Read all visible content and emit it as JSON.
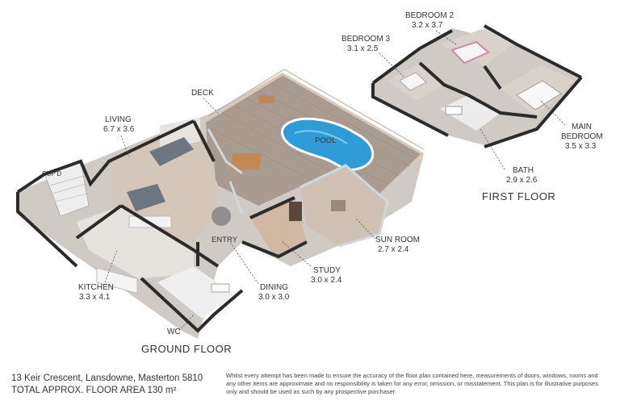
{
  "rooms": {
    "deck": {
      "name": "DECK",
      "dims": ""
    },
    "living": {
      "name": "LIVING",
      "dims": "6.7 x 3.6"
    },
    "cupd": {
      "name": "CUP'D",
      "dims": ""
    },
    "pool": {
      "name": "POOL",
      "dims": ""
    },
    "entry": {
      "name": "ENTRY",
      "dims": ""
    },
    "kitchen": {
      "name": "KITCHEN",
      "dims": "3.3 x 4.1"
    },
    "dining": {
      "name": "DINING",
      "dims": "3.0 x 3.0"
    },
    "study": {
      "name": "STUDY",
      "dims": "3.0 x 2.4"
    },
    "sunroom": {
      "name": "SUN ROOM",
      "dims": "2.7 x 2.4"
    },
    "wc": {
      "name": "WC",
      "dims": ""
    },
    "bedroom2": {
      "name": "BEDROOM 2",
      "dims": "3.2 x 3.7"
    },
    "bedroom3": {
      "name": "BEDROOM 3",
      "dims": "3.1 x 2.5"
    },
    "mainbed": {
      "name1": "MAIN",
      "name2": "BEDROOM",
      "dims": "3.5 x 3.3"
    },
    "bath": {
      "name": "BATH",
      "dims": "2.9 x 2.6"
    }
  },
  "floors": {
    "ground": "GROUND FLOOR",
    "first": "FIRST FLOOR"
  },
  "footer": {
    "address": "13 Keir Crescent, Lansdowne, Masterton 5810",
    "area": "TOTAL APPROX. FLOOR AREA 130 m²",
    "disclaimer": "Whilst every attempt has been made to ensure the accuracy of the floor plan contained here, measurements of doors, windows, rooms and any other items are approximate and no responsibility is taken for any error, omission, or misstatement. This plan is for illustrative purposes only and should be used as such by any prospective purchaser."
  },
  "colors": {
    "wall": "#2b2b2b",
    "deck": "#a89a8e",
    "floor": "#d9d1c8",
    "carpet": "#bfb3a6",
    "pool": "#2e9bd6",
    "tile": "#f0f0f0"
  }
}
